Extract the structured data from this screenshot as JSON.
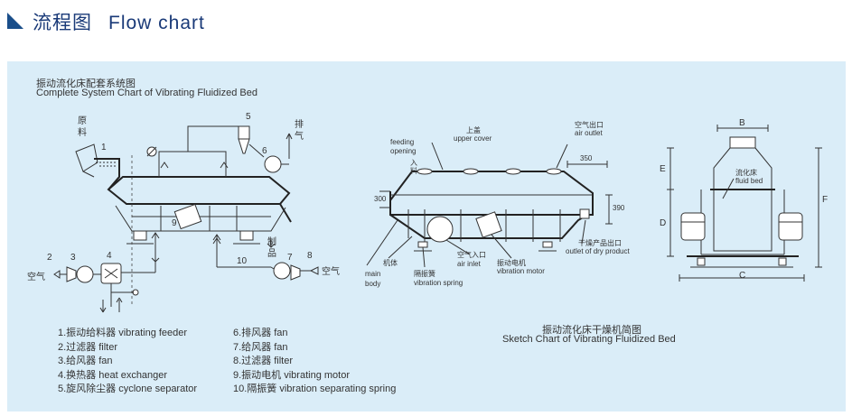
{
  "header": {
    "title_cn": "流程图",
    "title_en": "Flow chart"
  },
  "left": {
    "title_cn": "振动流化床配套系统图",
    "title_en": "Complete System Chart of Vibrating Fluidized Bed",
    "labels": {
      "raw_material": "原\n料",
      "exhaust": "排\n气",
      "air_left": "空气",
      "air_right": "空气",
      "product": "制\n品",
      "n1": "1",
      "n2": "2",
      "n3": "3",
      "n4": "4",
      "n5": "5",
      "n6": "6",
      "n7": "7",
      "n8": "8",
      "n9": "9",
      "n10": "10"
    },
    "legend_col1": [
      "1.振动给料器  vibrating feeder",
      "2.过滤器  filter",
      "3.给风器  fan",
      "4.换热器  heat exchanger",
      "5.旋风除尘器  cyclone separator"
    ],
    "legend_col2": [
      "6.排风器  fan",
      "7.给风器  fan",
      "8.过滤器  filter",
      "9.振动电机  vibrating motor",
      "10.隔振簧  vibration separating spring"
    ]
  },
  "middle": {
    "feeding_opening": "feeding\nopening",
    "feed_cn": "入\n料",
    "upper_cover_cn": "上盖",
    "upper_cover_en": "upper cover",
    "air_outlet_cn": "空气出口",
    "air_outlet_en": "air outlet",
    "dim_350": "350",
    "dim_300": "300",
    "dim_390": "390",
    "dry_product_cn": "干燥产品出口",
    "dry_product_en": "outlet of dry product",
    "main_body_cn": "机体",
    "main_body_en": "main\nbody",
    "spring_cn": "隔振簧",
    "spring_en": "vibration spring",
    "air_inlet_cn": "空气入口",
    "air_inlet_en": "air inlet",
    "motor_cn": "振动电机",
    "motor_en": "vibration motor",
    "sketch_cn": "振动流化床干燥机简图",
    "sketch_en": "Sketch Chart of Vibrating Fluidized Bed"
  },
  "right": {
    "dim_b": "B",
    "dim_e": "E",
    "dim_d": "D",
    "dim_f": "F",
    "dim_c": "C",
    "bed_cn": "流化床",
    "bed_en": "fluid bed"
  }
}
